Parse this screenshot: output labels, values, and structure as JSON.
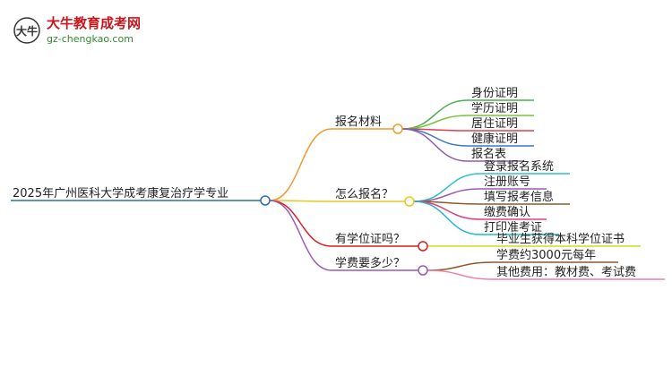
{
  "logo": {
    "title": "大牛教育成考网",
    "url": "gz-chengkao.com",
    "mark": "大牛"
  },
  "root": {
    "label": "2025年广州医科大学成考康复治疗学专业",
    "color": "#2f6fa8"
  },
  "branches": [
    {
      "label": "报名材料",
      "color": "#f29a2e",
      "children": [
        {
          "label": "身份证明",
          "color": "#4caf50"
        },
        {
          "label": "学历证明",
          "color": "#7cc242"
        },
        {
          "label": "居住证明",
          "color": "#e0404a"
        },
        {
          "label": "健康证明",
          "color": "#3a78c2"
        },
        {
          "label": "报名表",
          "color": "#8e5ab4"
        }
      ]
    },
    {
      "label": "怎么报名？",
      "color": "#e8c820",
      "children": [
        {
          "label": "登录报名系统",
          "color": "#30c0c8"
        },
        {
          "label": "注册账号",
          "color": "#9b59b6"
        },
        {
          "label": "填写报考信息",
          "color": "#8b5a2b"
        },
        {
          "label": "缴费确认",
          "color": "#e0407a"
        },
        {
          "label": "打印准考证",
          "color": "#20b8c8"
        }
      ]
    },
    {
      "label": "有学位证吗？",
      "color": "#d81f26",
      "children": [
        {
          "label": "毕业生获得本科学位证书",
          "color": "#c8e020"
        }
      ]
    },
    {
      "label": "学费要多少？",
      "color": "#9b59b6",
      "children": [
        {
          "label": "学费约3000元每年",
          "color": "#8b5a2b"
        },
        {
          "label": "其他费用：教材费、考试费",
          "color": "#f080a0"
        }
      ]
    }
  ]
}
